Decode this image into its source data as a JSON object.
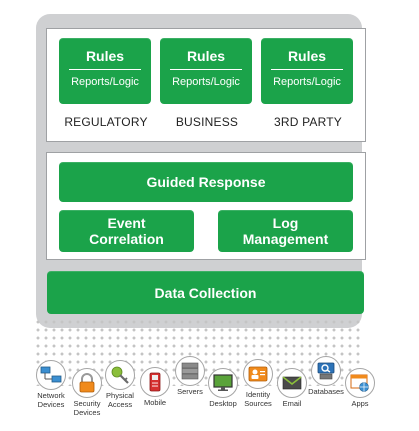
{
  "top_section": {
    "columns": [
      {
        "title": "Rules",
        "subtitle": "Reports/Logic",
        "label": "REGULATORY"
      },
      {
        "title": "Rules",
        "subtitle": "Reports/Logic",
        "label": "BUSINESS"
      },
      {
        "title": "Rules",
        "subtitle": "Reports/Logic",
        "label": "3RD PARTY"
      }
    ]
  },
  "middle_section": {
    "guided_response": "Guided Response",
    "event_correlation": "Event\nCorrelation",
    "log_management": "Log\nManagement"
  },
  "data_collection": "Data Collection",
  "sources": [
    {
      "label": "Network\nDevices",
      "icon": "network-devices-icon"
    },
    {
      "label": "Security\nDevices",
      "icon": "lock-icon"
    },
    {
      "label": "Physical\nAccess",
      "icon": "key-icon"
    },
    {
      "label": "Mobile",
      "icon": "mobile-phone-icon"
    },
    {
      "label": "Servers",
      "icon": "server-icon"
    },
    {
      "label": "Desktop",
      "icon": "monitor-icon"
    },
    {
      "label": "Identity\nSources",
      "icon": "id-card-icon"
    },
    {
      "label": "Email",
      "icon": "envelope-icon"
    },
    {
      "label": "Databases",
      "icon": "database-icon"
    },
    {
      "label": "Apps",
      "icon": "app-window-icon"
    }
  ],
  "colors": {
    "green": "#1ba34a",
    "frame": "#cfd0d2",
    "border": "#9fa1a4"
  }
}
